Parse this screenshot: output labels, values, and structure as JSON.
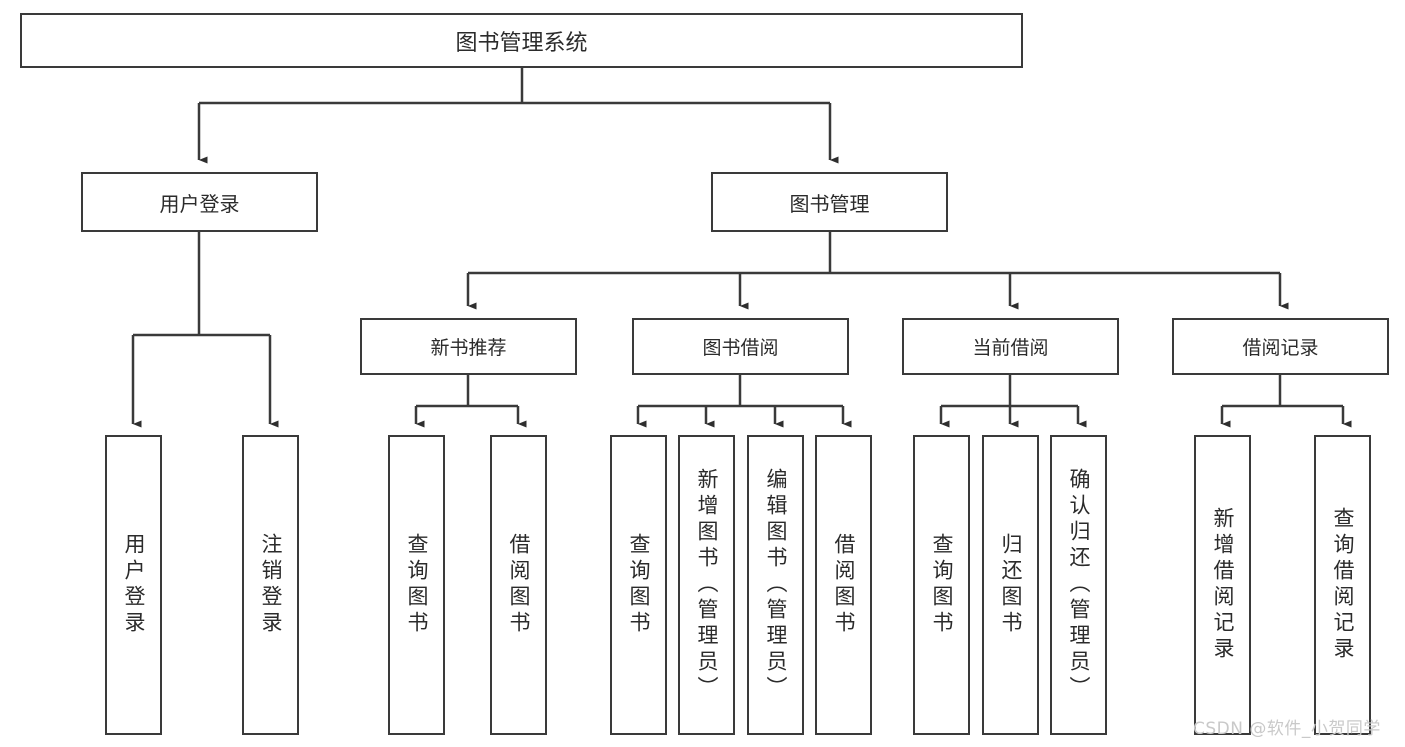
{
  "diagram": {
    "type": "tree-hierarchy-diagram",
    "title": "图书管理系统",
    "line_color": "#3a3a3a",
    "text_color": "#2b2b2b",
    "background_color": "#ffffff",
    "nodes": {
      "root": {
        "label": "图书管理系统"
      },
      "level2": [
        {
          "id": "user-login",
          "label": "用户登录"
        },
        {
          "id": "book-management",
          "label": "图书管理"
        }
      ],
      "level3": [
        {
          "id": "new-book-recommend",
          "label": "新书推荐"
        },
        {
          "id": "book-borrow",
          "label": "图书借阅"
        },
        {
          "id": "current-borrow",
          "label": "当前借阅"
        },
        {
          "id": "borrow-record",
          "label": "借阅记录"
        }
      ],
      "leaves": [
        {
          "id": "leaf-user-login",
          "label": "用户登录",
          "parent": "user-login"
        },
        {
          "id": "leaf-logout-login",
          "label": "注销登录",
          "parent": "user-login"
        },
        {
          "id": "leaf-query-book-1",
          "label": "查询图书",
          "parent": "new-book-recommend"
        },
        {
          "id": "leaf-borrow-book-1",
          "label": "借阅图书",
          "parent": "new-book-recommend"
        },
        {
          "id": "leaf-query-book-2",
          "label": "查询图书",
          "parent": "book-borrow"
        },
        {
          "id": "leaf-add-book",
          "label": "新增图书（管理员）",
          "parent": "book-borrow"
        },
        {
          "id": "leaf-edit-book",
          "label": "编辑图书（管理员）",
          "parent": "book-borrow"
        },
        {
          "id": "leaf-borrow-book-2",
          "label": "借阅图书",
          "parent": "book-borrow"
        },
        {
          "id": "leaf-query-book-3",
          "label": "查询图书",
          "parent": "current-borrow"
        },
        {
          "id": "leaf-return-book",
          "label": "归还图书",
          "parent": "current-borrow"
        },
        {
          "id": "leaf-confirm-return",
          "label": "确认归还（管理员）",
          "parent": "current-borrow"
        },
        {
          "id": "leaf-add-record",
          "label": "新增借阅记录",
          "parent": "borrow-record"
        },
        {
          "id": "leaf-query-record",
          "label": "查询借阅记录",
          "parent": "borrow-record"
        }
      ]
    },
    "watermark": "CSDN @软件_小贺同学"
  }
}
